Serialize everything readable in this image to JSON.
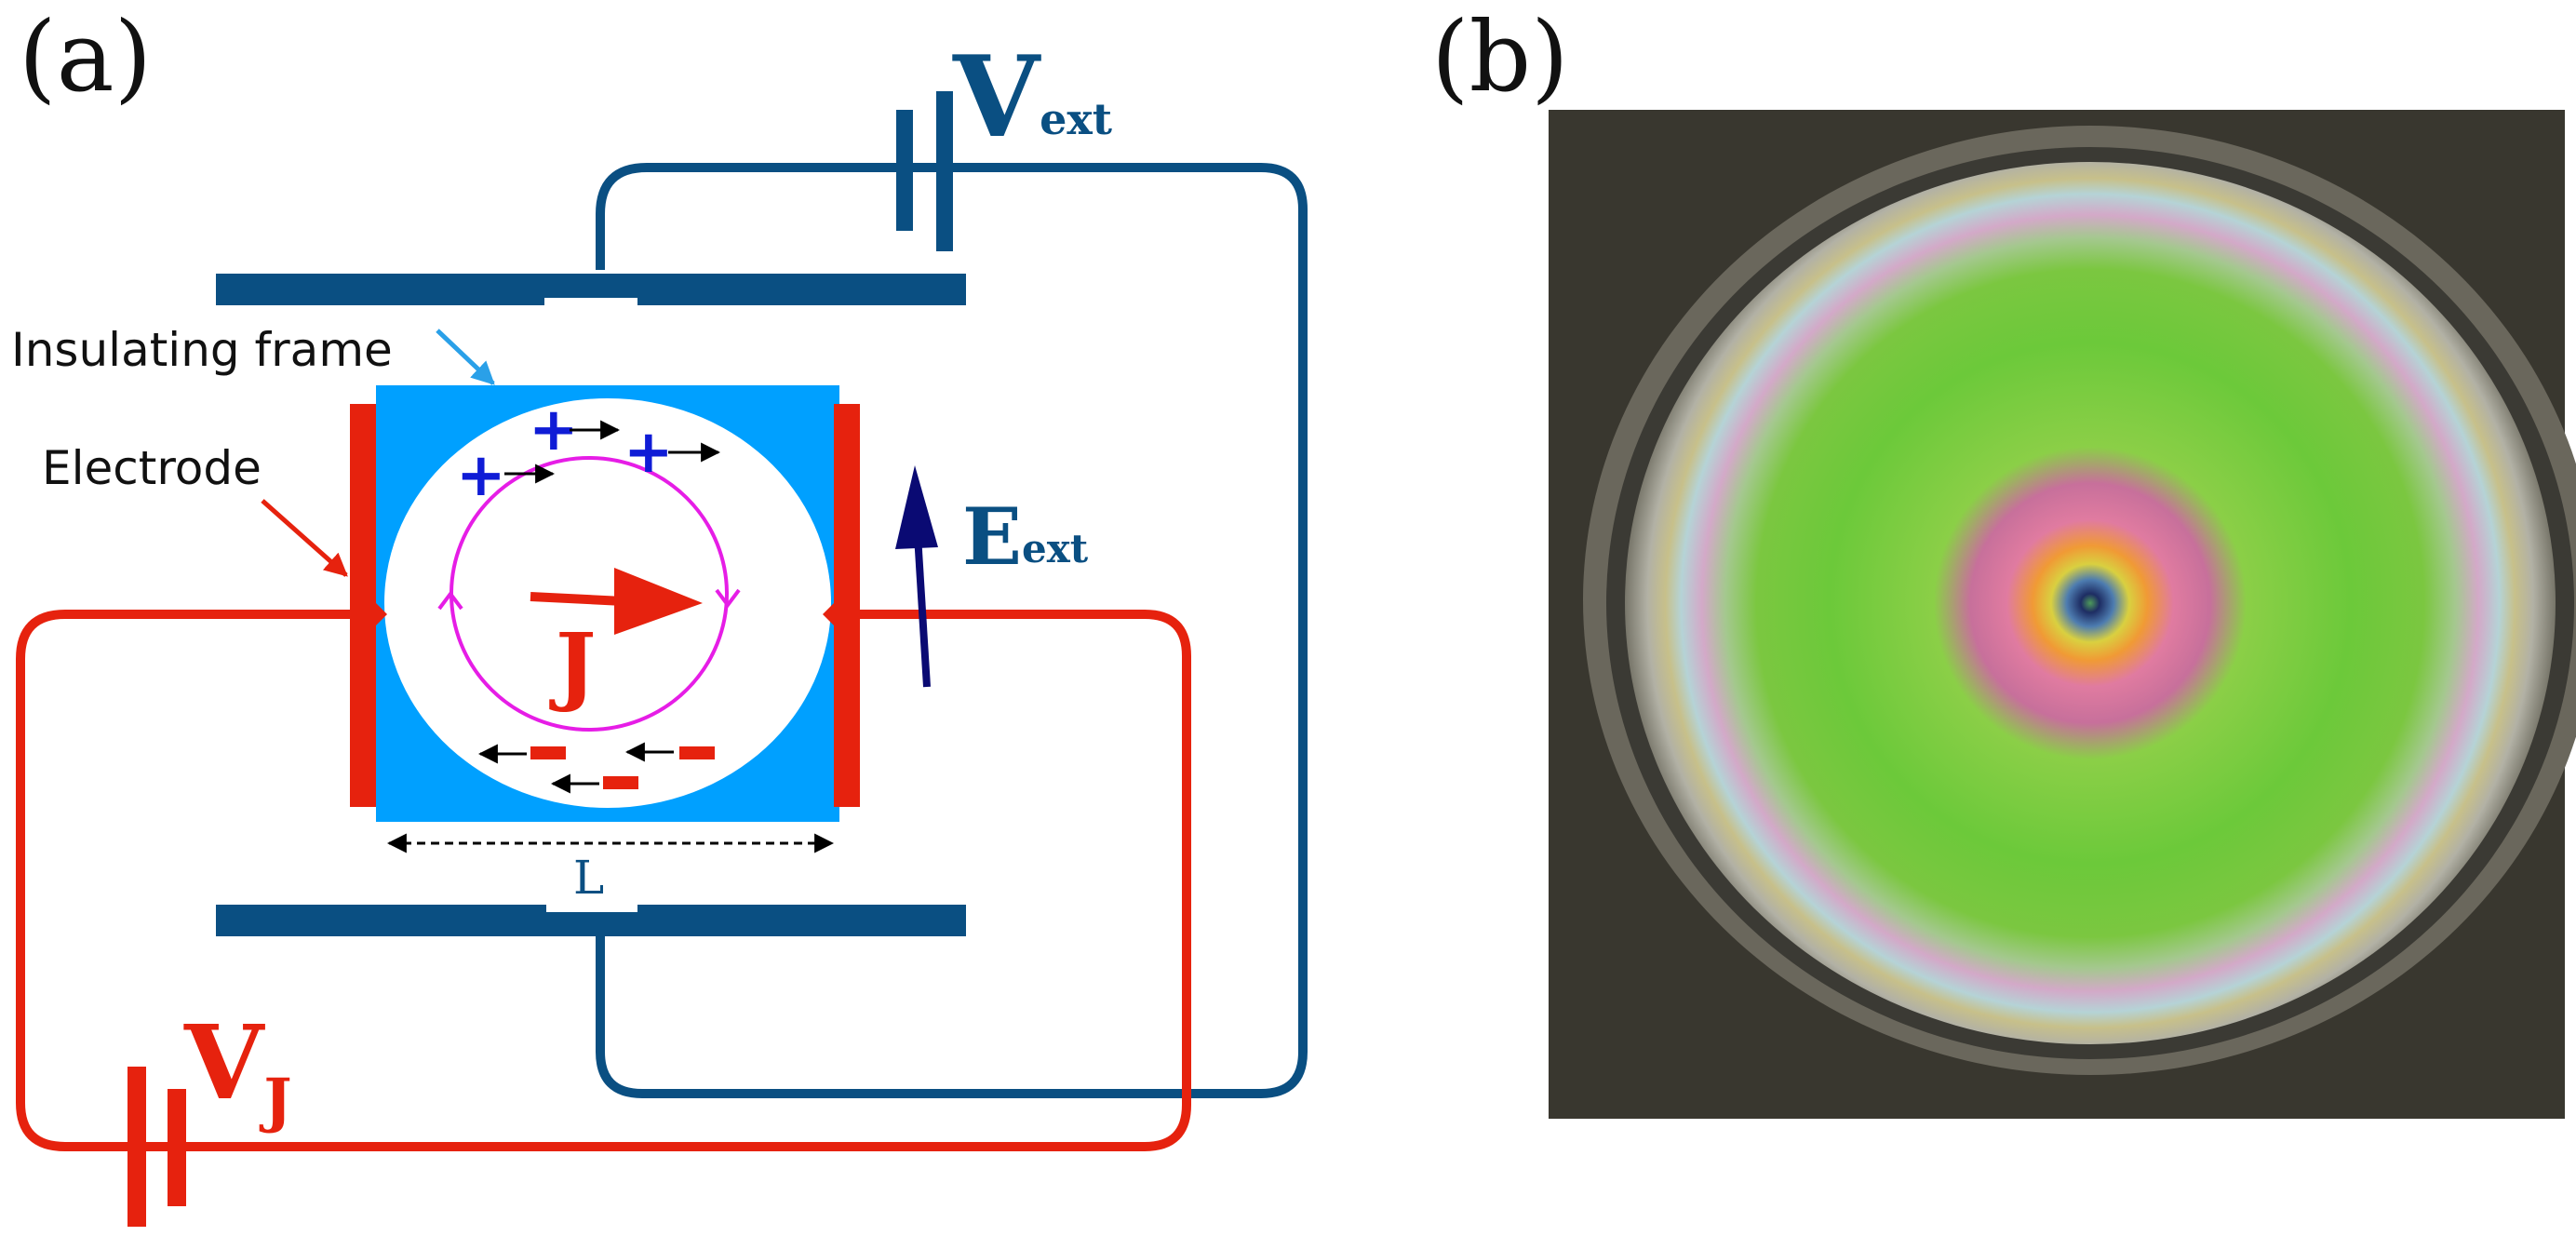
{
  "panels": {
    "a": {
      "label": "(a)",
      "labels": {
        "insulating_frame": "Insulating frame",
        "electrode": "Electrode",
        "current": "J",
        "length": "L",
        "vext_main": "V",
        "vext_sub": "ext",
        "eext_main": "E",
        "eext_sub": "ext",
        "vj_main": "V",
        "vj_sub": "J"
      },
      "charges": {
        "positive": "+",
        "negative": "−"
      }
    },
    "b": {
      "label": "(b)"
    }
  },
  "colors": {
    "blue_circuit": "#0a4f82",
    "red_circuit": "#e6220e",
    "frame_blue": "#00a0ff",
    "magenta_loop": "#e61de6",
    "charge_blue": "#0f1cd6",
    "arrow_navy": "#0a0a73",
    "photo_border": "#3c3a33",
    "photo_green": "#68c23a",
    "photo_pink": "#e07ba0"
  }
}
